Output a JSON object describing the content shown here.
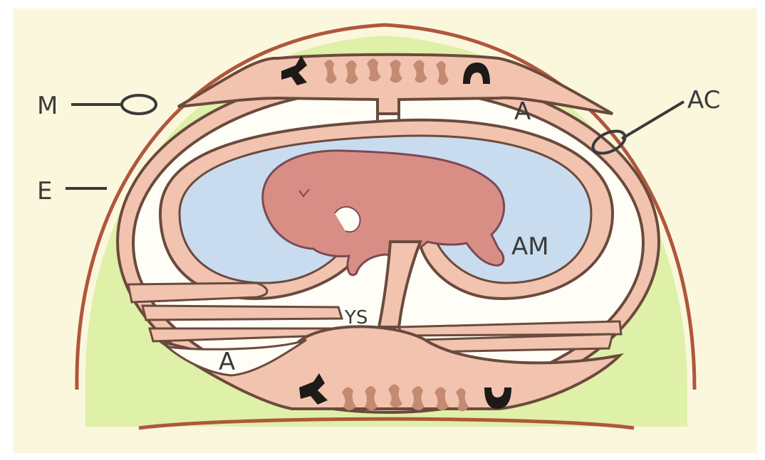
{
  "labels": {
    "m": "M",
    "e": "E",
    "a_top": "A",
    "ac": "AC",
    "am": "AM",
    "ys": "YS",
    "a_bottom": "A"
  },
  "colors": {
    "background": "#fbf7dc",
    "endometrium": "#dff0a8",
    "membrane": "#f2c4b0",
    "outline": "#6b4a3d",
    "amniotic_fluid": "#c9dcef",
    "embryo": "#d98e85",
    "villi": "#c48a72",
    "vessel": "#1e1a18",
    "uterine_wall": "#b0563e"
  }
}
